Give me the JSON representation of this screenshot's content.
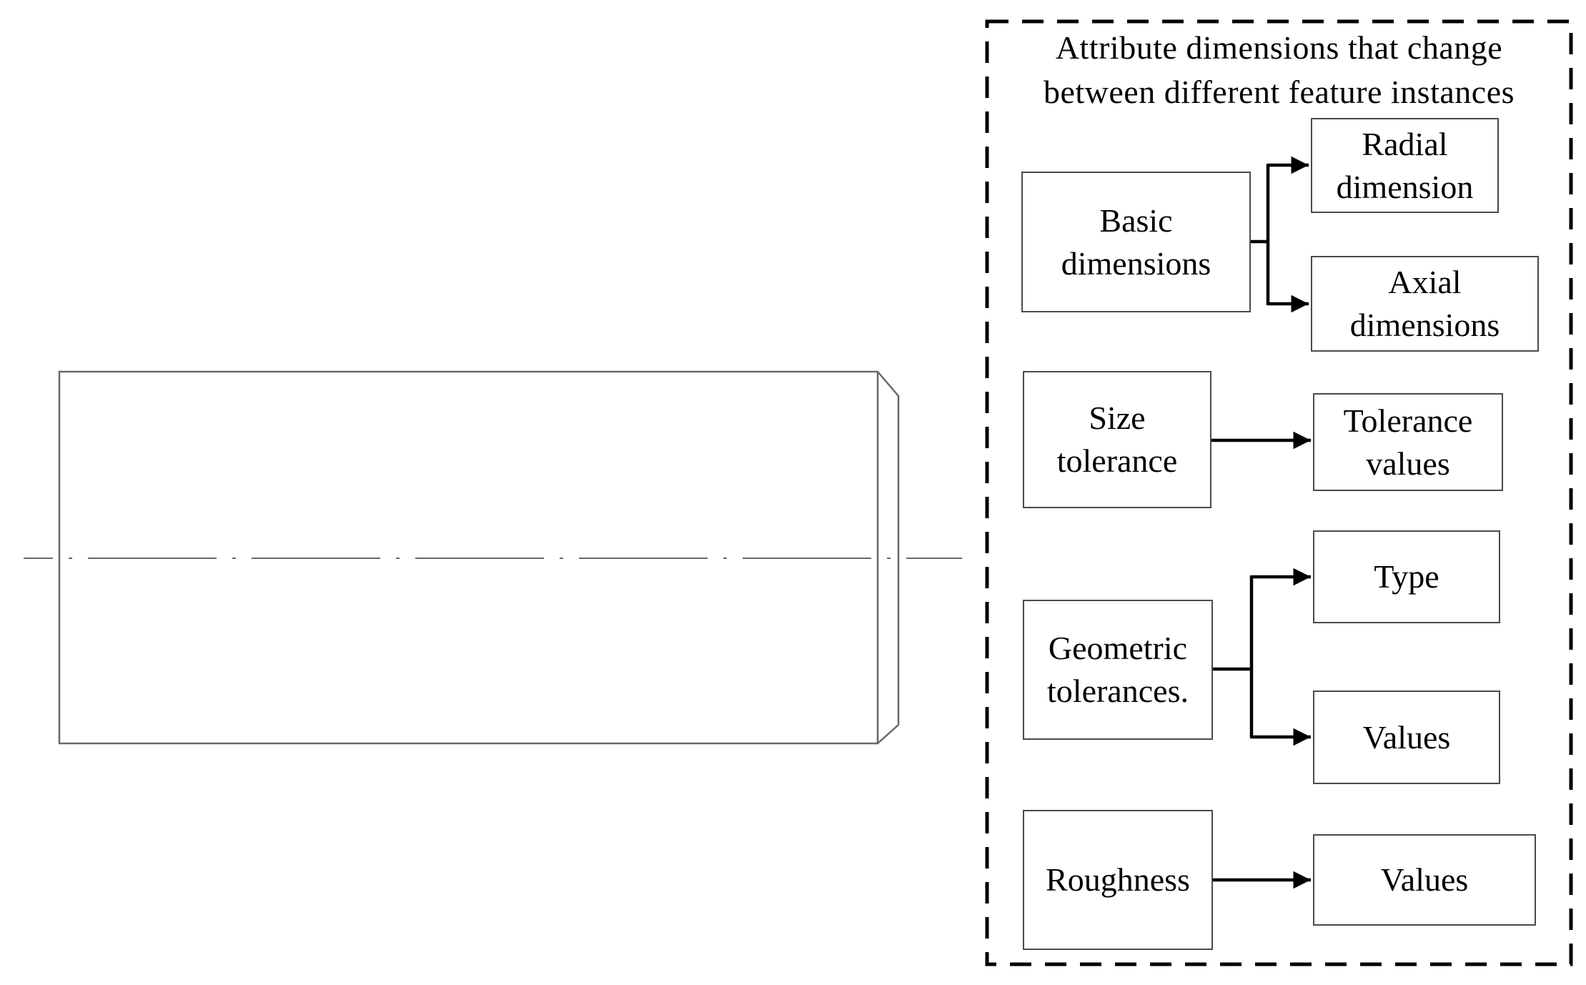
{
  "figure": {
    "title_lines": [
      "Attribute dimensions that change",
      "between different feature instances"
    ]
  },
  "flowchart": {
    "nodes": {
      "basic_dimensions": {
        "lines": [
          "Basic",
          "dimensions"
        ]
      },
      "size_tolerance": {
        "lines": [
          "Size",
          "tolerance"
        ]
      },
      "geometric_tolerances": {
        "lines": [
          "Geometric",
          "tolerances."
        ]
      },
      "roughness": {
        "lines": [
          "Roughness"
        ]
      },
      "radial_dimension": {
        "lines": [
          "Radial",
          "dimension"
        ]
      },
      "axial_dimensions": {
        "lines": [
          "Axial",
          "dimensions"
        ]
      },
      "tolerance_values": {
        "lines": [
          "Tolerance",
          "values"
        ]
      },
      "type": {
        "lines": [
          "Type"
        ]
      },
      "geometric_values": {
        "lines": [
          "Values"
        ]
      },
      "roughness_values": {
        "lines": [
          "Values"
        ]
      }
    },
    "connections": [
      {
        "from": "Basic dimensions",
        "to": "Radial dimension"
      },
      {
        "from": "Basic dimensions",
        "to": "Axial dimensions"
      },
      {
        "from": "Size tolerance",
        "to": "Tolerance values"
      },
      {
        "from": "Geometric tolerances.",
        "to": "Type"
      },
      {
        "from": "Geometric tolerances.",
        "to": "Values"
      },
      {
        "from": "Roughness",
        "to": "Values"
      }
    ]
  },
  "colors": {
    "background": "#ffffff",
    "text": "#000000",
    "flow_box_border": "#4a4a4a",
    "connector": "#000000",
    "panel_border": "#000000",
    "drawing_line": "#696969"
  }
}
